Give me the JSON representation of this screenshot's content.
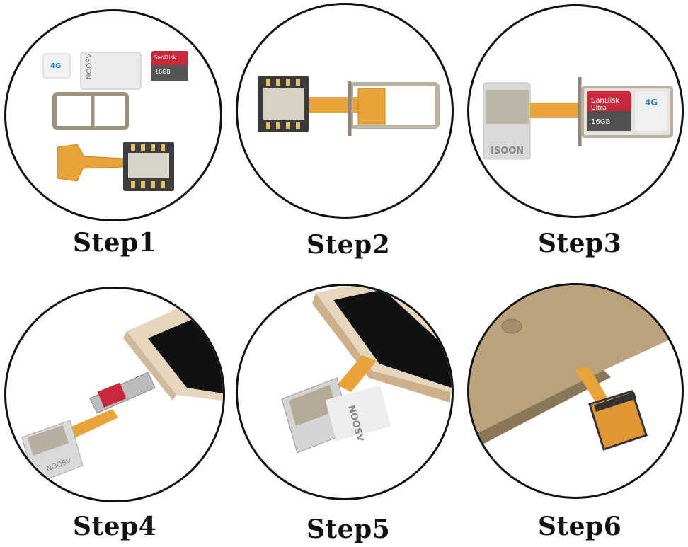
{
  "steps": [
    {
      "label": "Step1"
    },
    {
      "label": "Step2"
    },
    {
      "label": "Step3"
    },
    {
      "label": "Step4"
    },
    {
      "label": "Step5"
    },
    {
      "label": "Step6"
    }
  ],
  "product_text": {
    "brand": "NOOSV",
    "brand_mirrored": "ISOON",
    "sd_brand": "SanDisk",
    "sd_model": "Ultra",
    "sd_capacity": "16GB",
    "sim_network": "4G"
  },
  "colors": {
    "flex_cable": "#e8a33a",
    "tray_metal": "#b9b1a1",
    "sd_red": "#c8283a",
    "outline": "#111111"
  }
}
